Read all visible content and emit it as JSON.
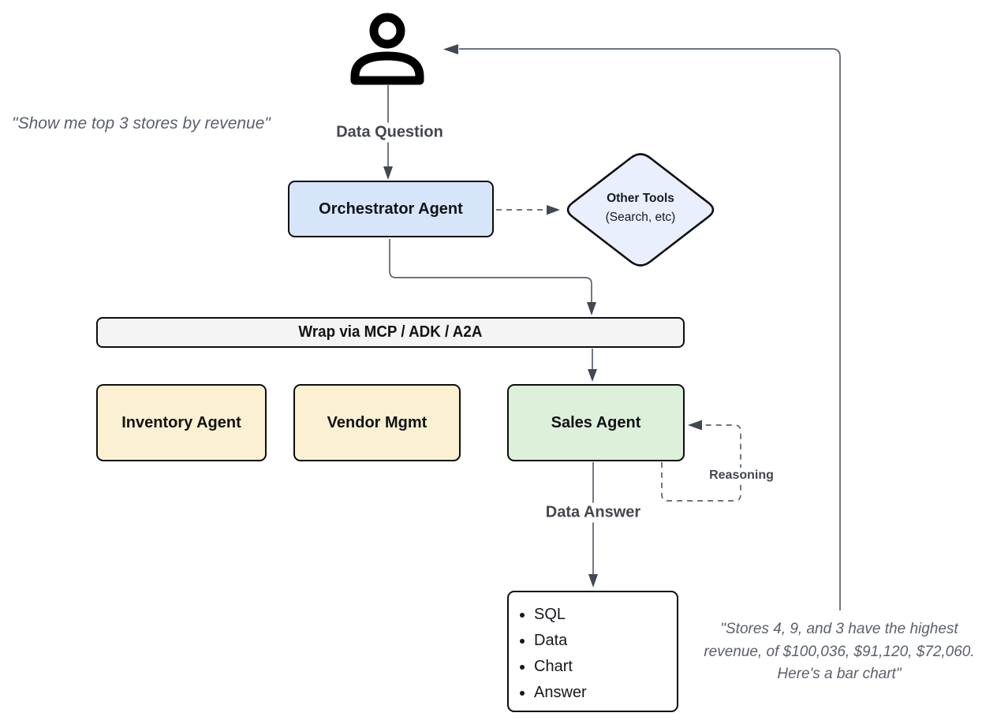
{
  "labels": {
    "data_question": "Data Question",
    "data_answer": "Data Answer",
    "reasoning": "Reasoning"
  },
  "nodes": {
    "orchestrator": "Orchestrator Agent",
    "other_tools": {
      "title": "Other Tools",
      "subtitle": "(Search, etc)"
    },
    "wrap_bar": "Wrap via MCP / ADK / A2A",
    "inventory": "Inventory Agent",
    "vendor": "Vendor Mgmt",
    "sales": "Sales Agent",
    "output_items": [
      "SQL",
      "Data",
      "Chart",
      "Answer"
    ]
  },
  "quotes": {
    "user": "\"Show me top 3 stores by revenue\"",
    "answer_lines": [
      "\"Stores 4, 9, and 3 have the highest",
      "revenue, of $100,036, $91,120, $72,060.",
      "Here's a bar chart\""
    ]
  },
  "colors": {
    "orchestrator_fill": "#d7e5fb",
    "other_tools_fill": "#e9effc",
    "worker_fill": "#fbf0d2",
    "sales_fill": "#dcf0da",
    "wrap_bar_fill": "#f4f4f5",
    "output_fill": "#ffffff",
    "node_border": "#0c0d0f",
    "connector_line": "#5a6170",
    "arrowhead": "#414854",
    "edge_label_text": "#43474e",
    "quote_text": "#5a606b"
  }
}
